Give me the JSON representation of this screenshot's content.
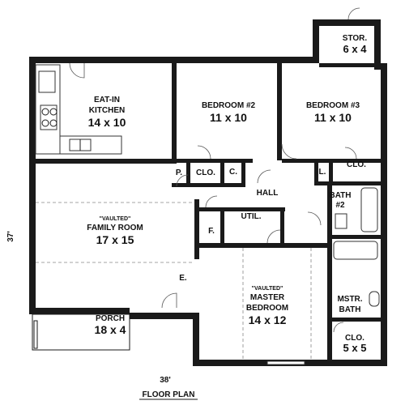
{
  "rooms": {
    "storage": {
      "name": "STOR.",
      "size": "6 x 4"
    },
    "kitchen": {
      "name": "EAT-IN KITCHEN",
      "line1": "EAT-IN",
      "line2": "KITCHEN",
      "size": "14 x 10"
    },
    "bedroom2": {
      "name": "BEDROOM #2",
      "size": "11 x 10"
    },
    "bedroom3": {
      "name": "BEDROOM #3",
      "size": "11 x 10"
    },
    "family": {
      "vaulted": "\"VAULTED\"",
      "name": "FAMILY ROOM",
      "size": "17 x 15"
    },
    "master": {
      "vaulted": "\"VAULTED\"",
      "line1": "MASTER",
      "line2": "BEDROOM",
      "size": "14 x 12"
    },
    "bath2": {
      "line1": "BATH",
      "line2": "#2"
    },
    "mstr_bath": {
      "line1": "MSTR.",
      "line2": "BATH"
    },
    "master_closet": {
      "name": "CLO.",
      "size": "5 x 5"
    },
    "porch": {
      "name": "PORCH",
      "size": "18 x 4"
    }
  },
  "small_labels": {
    "pantry": "P.",
    "closet_bed2": "CLO.",
    "coat": "C.",
    "linen": "L.",
    "closet_bed3": "CLO.",
    "hall": "HALL",
    "utility": "UTIL.",
    "furnace": "F.",
    "entry": "E."
  },
  "dimensions": {
    "width": "38'",
    "depth": "37'"
  },
  "caption": "FLOOR PLAN"
}
